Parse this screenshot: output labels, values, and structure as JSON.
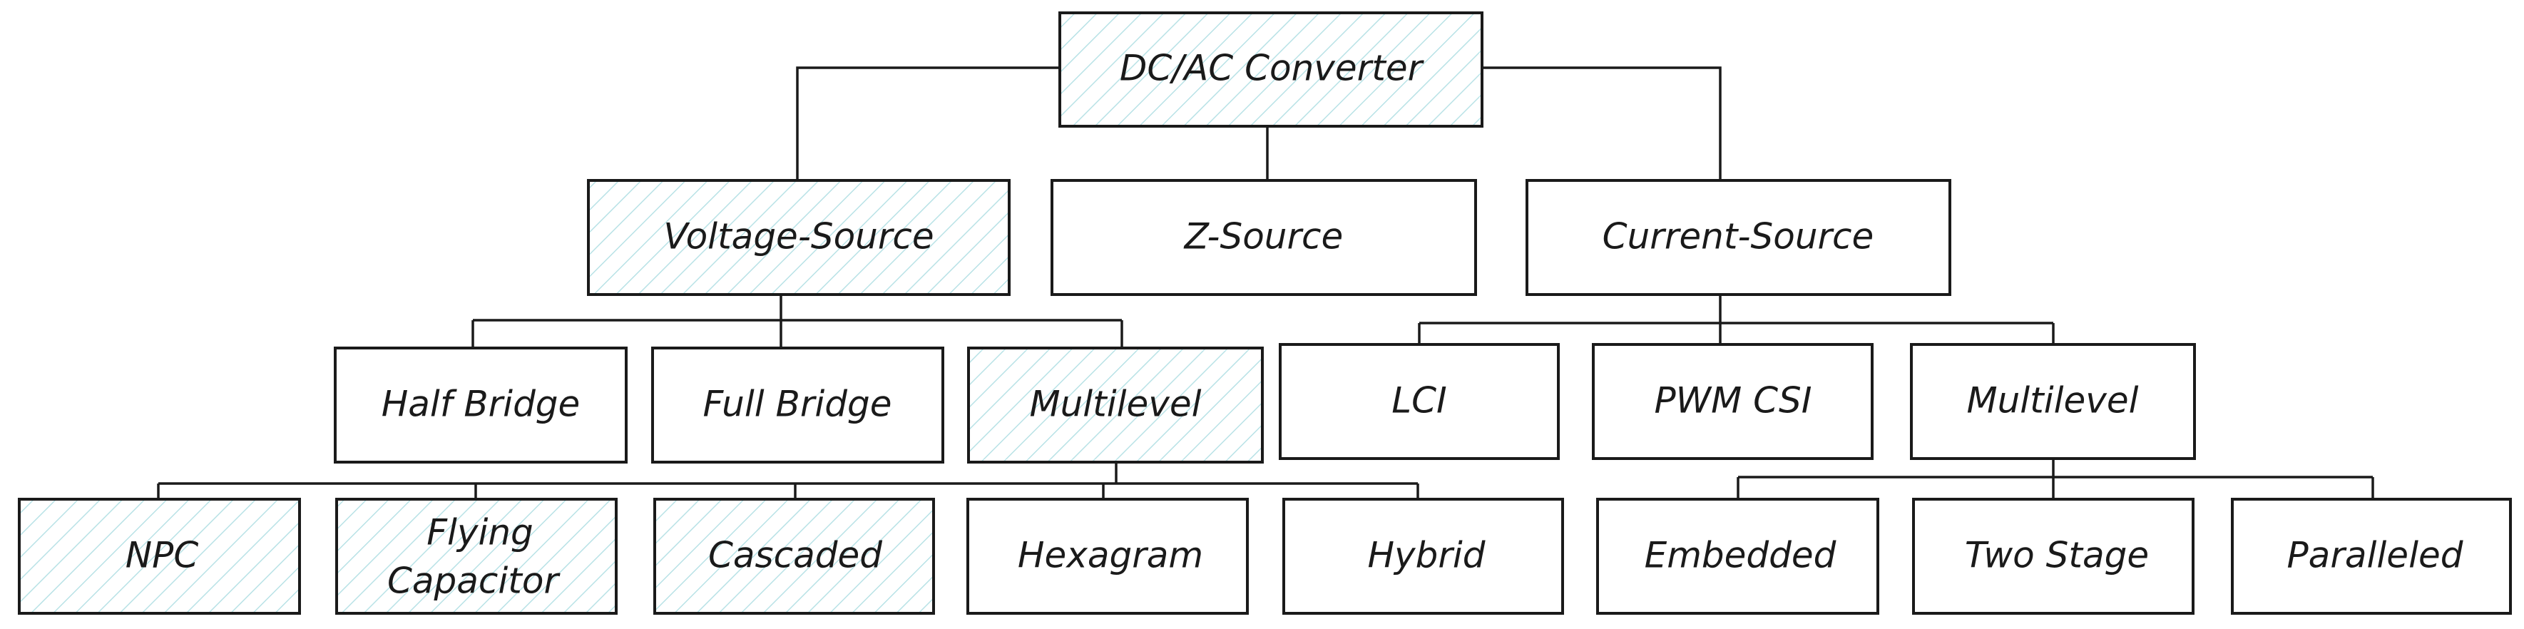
{
  "nodes": {
    "root": {
      "label": "DC/AC Converter",
      "highlighted": true
    },
    "voltage_source": {
      "label": "Voltage-Source",
      "highlighted": true
    },
    "z_source": {
      "label": "Z-Source",
      "highlighted": false
    },
    "current_source": {
      "label": "Current-Source",
      "highlighted": false
    },
    "half_bridge": {
      "label": "Half Bridge",
      "highlighted": false
    },
    "full_bridge": {
      "label": "Full Bridge",
      "highlighted": false
    },
    "vs_multilevel": {
      "label": "Multilevel",
      "highlighted": true
    },
    "lci": {
      "label": "LCI",
      "highlighted": false
    },
    "pwm_csi": {
      "label": "PWM CSI",
      "highlighted": false
    },
    "cs_multilevel": {
      "label": "Multilevel",
      "highlighted": false
    },
    "npc": {
      "label": "NPC",
      "highlighted": true
    },
    "flying_capacitor": {
      "label_line1": "Flying",
      "label_line2": "Capacitor",
      "highlighted": true
    },
    "cascaded": {
      "label": "Cascaded",
      "highlighted": true
    },
    "hexagram": {
      "label": "Hexagram",
      "highlighted": false
    },
    "hybrid": {
      "label": "Hybrid",
      "highlighted": false
    },
    "embedded": {
      "label": "Embedded",
      "highlighted": false
    },
    "two_stage": {
      "label": "Two Stage",
      "highlighted": false
    },
    "paralleled": {
      "label": "Paralleled",
      "highlighted": false
    }
  },
  "colors": {
    "hatch": "#b8e2e6",
    "line": "#1a1a1a",
    "box_fill": "#ffffff"
  }
}
